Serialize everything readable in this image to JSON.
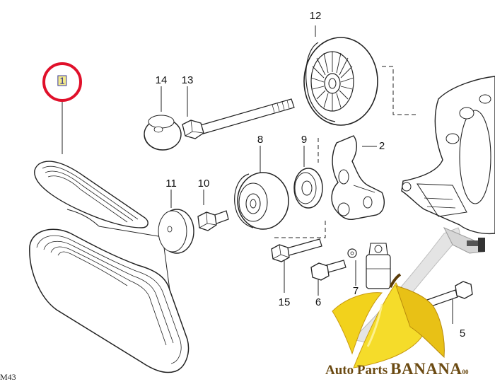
{
  "diagram": {
    "callouts": [
      {
        "id": "1",
        "text": "1"
      },
      {
        "id": "2",
        "text": "2"
      },
      {
        "id": "5",
        "text": "5"
      },
      {
        "id": "6",
        "text": "6"
      },
      {
        "id": "7",
        "text": "7"
      },
      {
        "id": "8",
        "text": "8"
      },
      {
        "id": "9",
        "text": "9"
      },
      {
        "id": "10",
        "text": "10"
      },
      {
        "id": "11",
        "text": "11"
      },
      {
        "id": "12",
        "text": "12"
      },
      {
        "id": "13",
        "text": "13"
      },
      {
        "id": "14",
        "text": "14"
      },
      {
        "id": "15",
        "text": "15"
      }
    ],
    "code": "M43",
    "highlight_color": "#e0102a"
  },
  "watermark": {
    "word1": "Auto Parts",
    "word2": "BANANA",
    "suffix": "00",
    "banana_color": "#f2d21c"
  }
}
